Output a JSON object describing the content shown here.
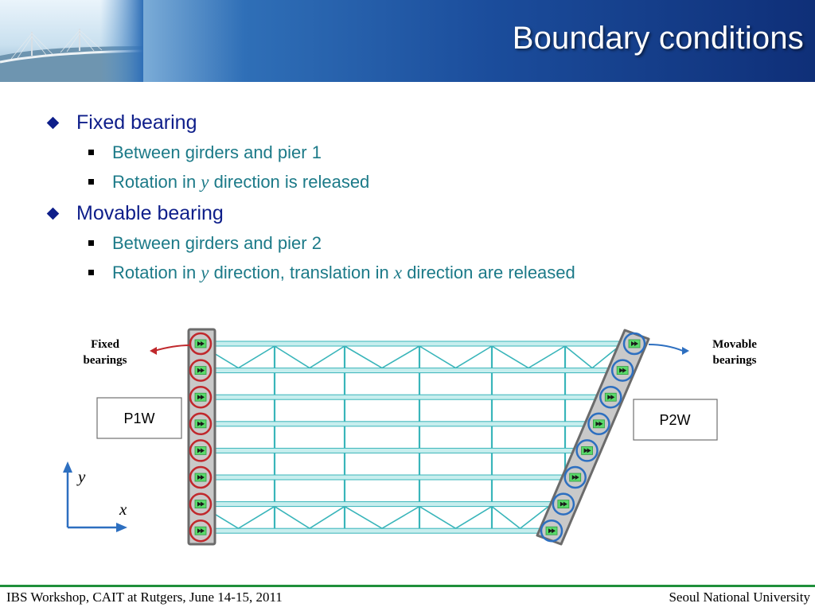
{
  "slide": {
    "title": "Boundary conditions",
    "bullets": [
      {
        "label": "Fixed bearing",
        "sub": [
          {
            "parts": [
              "Between girders and pier 1"
            ]
          },
          {
            "parts": [
              "Rotation in ",
              "y",
              " direction is released"
            ]
          }
        ]
      },
      {
        "label": "Movable bearing",
        "sub": [
          {
            "parts": [
              "Between girders and pier 2"
            ]
          },
          {
            "parts": [
              "Rotation in ",
              "y",
              " direction, translation in ",
              "x",
              " direction are released"
            ]
          }
        ]
      }
    ]
  },
  "diagram": {
    "fixed_label_line1": "Fixed",
    "fixed_label_line2": "bearings",
    "movable_label_line1": "Movable",
    "movable_label_line2": "bearings",
    "pier1_label": "P1W",
    "pier2_label": "P2W",
    "axis_y": "y",
    "axis_x": "x",
    "girder_count": 8,
    "fixed_color": "#c0282c",
    "movable_color": "#2d6fc0",
    "girder_color": "#39b5ba"
  },
  "footer": {
    "left": "IBS Workshop, CAIT at Rutgers, June 14-15, 2011",
    "right": "Seoul National University"
  }
}
